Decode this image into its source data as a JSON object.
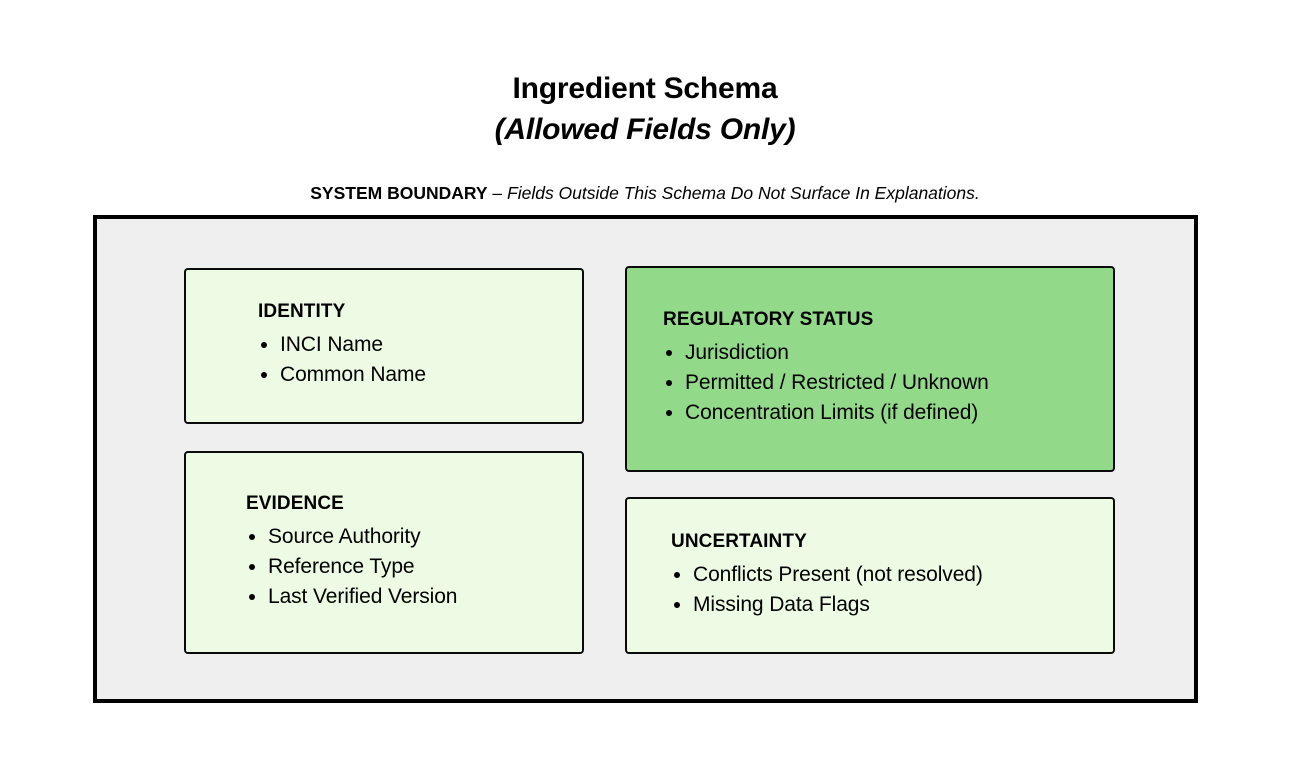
{
  "header": {
    "title_line1": "Ingredient Schema",
    "title_line2": "(Allowed Fields Only)",
    "subtitle_label": "SYSTEM BOUNDARY",
    "subtitle_separator": " – ",
    "subtitle_text": "Fields Outside This Schema Do Not Surface In Explanations."
  },
  "colors": {
    "boundary_fill": "#efefef",
    "boundary_border": "#000000",
    "card_fill": "#edfbe4",
    "card_highlight_fill": "#92d98a",
    "card_border": "#0a0a0a",
    "text": "#000000"
  },
  "boundary": {
    "cards": [
      {
        "id": "identity",
        "heading": "IDENTITY",
        "highlighted": false,
        "items": [
          "INCI Name",
          "Common Name"
        ]
      },
      {
        "id": "regulatory",
        "heading": "REGULATORY STATUS",
        "highlighted": true,
        "items": [
          "Jurisdiction",
          "Permitted / Restricted / Unknown",
          "Concentration Limits (if defined)"
        ]
      },
      {
        "id": "evidence",
        "heading": "EVIDENCE",
        "highlighted": false,
        "items": [
          "Source Authority",
          "Reference Type",
          "Last Verified Version"
        ]
      },
      {
        "id": "uncertainty",
        "heading": "UNCERTAINTY",
        "highlighted": false,
        "items": [
          "Conflicts Present (not resolved)",
          "Missing Data Flags"
        ]
      }
    ]
  }
}
